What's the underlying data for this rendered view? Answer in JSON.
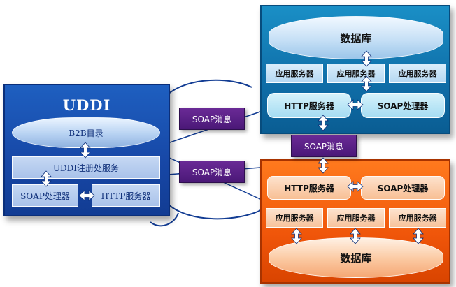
{
  "uddi_node": {
    "title": "UDDI",
    "b2b_directory": "B2B目录",
    "registry_service": "UDDI注册处服务",
    "soap_processor": "SOAP处理器",
    "http_server": "HTTP服务器"
  },
  "top_server": {
    "database": "数据库",
    "app_servers": [
      "应用服务器",
      "应用服务器",
      "应用服务器"
    ],
    "http_server": "HTTP服务器",
    "soap_processor": "SOAP处理器"
  },
  "bottom_server": {
    "database": "数据库",
    "app_servers": [
      "应用服务器",
      "应用服务器",
      "应用服务器"
    ],
    "http_server": "HTTP服务器",
    "soap_processor": "SOAP处理器"
  },
  "messages": {
    "soap_upper": "SOAP消息",
    "soap_lower": "SOAP消息",
    "soap_middle": "SOAP消息"
  },
  "colors": {
    "uddi_blue": "#1747a6",
    "top_server_blue": "#0f6ea8",
    "bottom_server_orange": "#f0560a",
    "soap_message_purple": "#4a1877"
  }
}
